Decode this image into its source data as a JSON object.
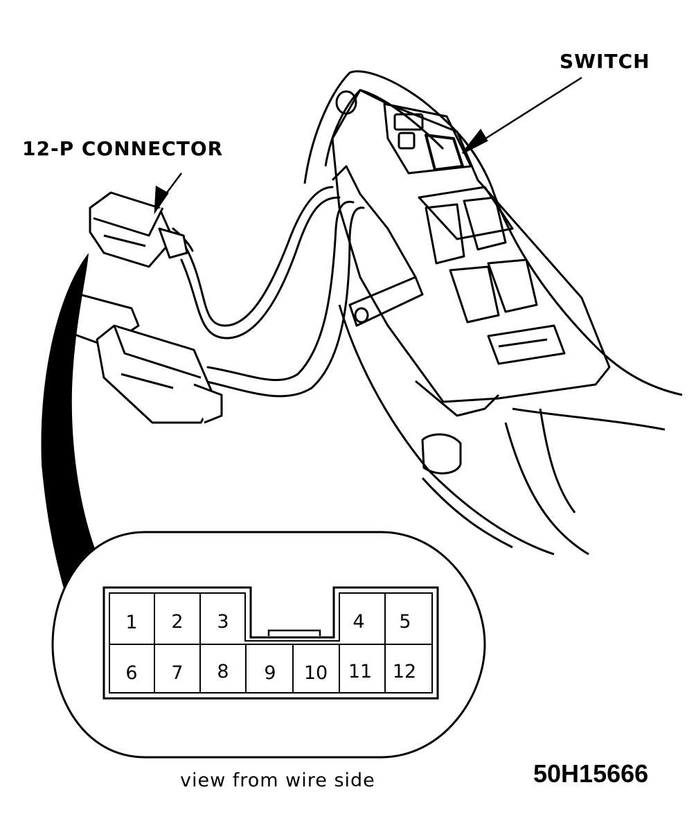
{
  "labels": {
    "switch": "SWITCH",
    "connector": "12-P CONNECTOR",
    "caption": "view from wire side",
    "figure_id": "50H15666"
  },
  "pins_top_left": [
    "1",
    "2",
    "3"
  ],
  "pins_top_right": [
    "4",
    "5"
  ],
  "pins_bottom": [
    "6",
    "7",
    "8",
    "9",
    "10",
    "11",
    "12"
  ],
  "colors": {
    "ink": "#000000",
    "paper": "#ffffff"
  }
}
